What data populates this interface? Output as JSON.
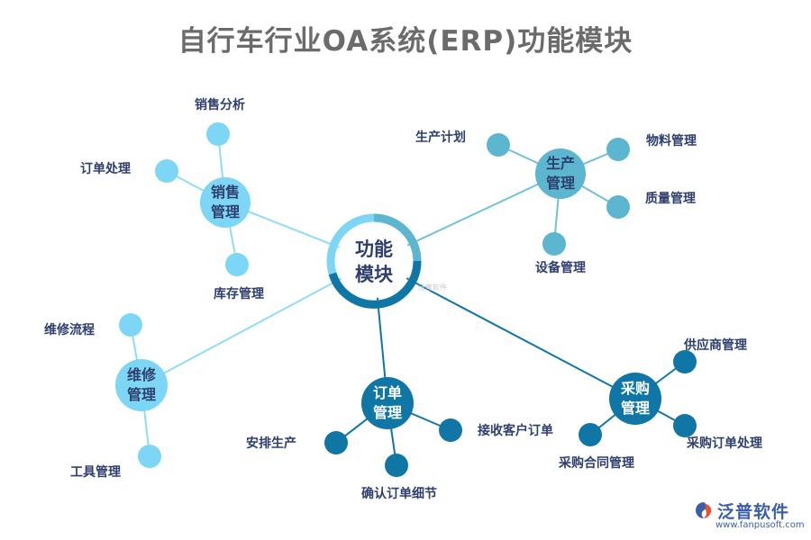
{
  "title": "自行车行业OA系统(ERP)功能模块",
  "center": {
    "line1": "功能",
    "line2": "模块"
  },
  "hubs": {
    "sales": {
      "line1": "销售",
      "line2": "管理"
    },
    "production": {
      "line1": "生产",
      "line2": "管理"
    },
    "repair": {
      "line1": "维修",
      "line2": "管理"
    },
    "order": {
      "line1": "订单",
      "line2": "管理"
    },
    "purchase": {
      "line1": "采购",
      "line2": "管理"
    }
  },
  "leaves": {
    "sales_analysis": "销售分析",
    "order_processing": "订单处理",
    "inventory": "库存管理",
    "production_plan": "生产计划",
    "material": "物料管理",
    "quality": "质量管理",
    "equipment": "设备管理",
    "repair_process": "维修流程",
    "tool": "工具管理",
    "arrange_production": "安排生产",
    "receive_order": "接收客户订单",
    "confirm_order": "确认订单细节",
    "supplier": "供应商管理",
    "purchase_order": "采购订单处理",
    "purchase_contract": "采购合同管理"
  },
  "logo": {
    "name": "泛普软件",
    "url": "www.fanpusoft.com"
  },
  "watermark": "泛普软件",
  "colors": {
    "light": "#7dd6f5",
    "mid": "#5cb6cf",
    "dark": "#0f76a5",
    "label": "#2e3f6e"
  }
}
